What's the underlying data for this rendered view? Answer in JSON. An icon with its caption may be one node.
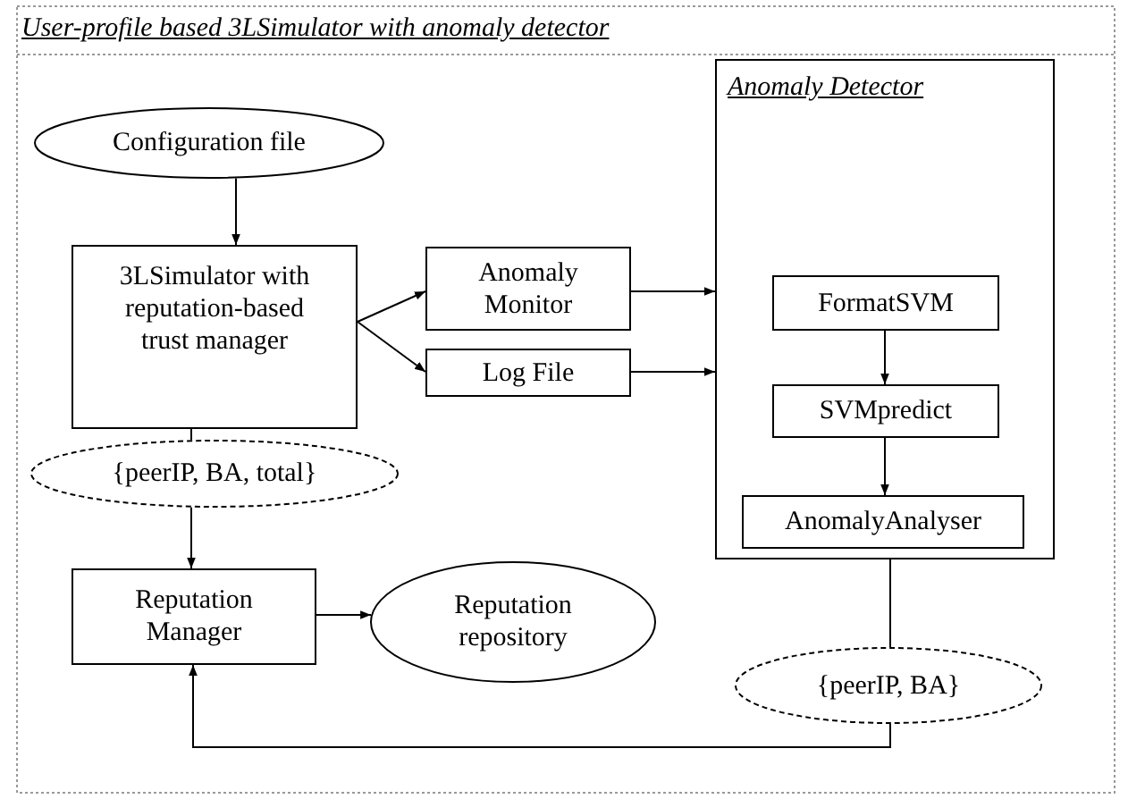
{
  "diagram": {
    "title": "User-profile based 3LSimulator with anomaly detector",
    "nodes": [
      {
        "text": [
          "Configuration file"
        ]
      },
      {
        "text": [
          "3LSimulator with reputation-based trust manager"
        ]
      },
      {
        "text": [
          "Anomaly Monitor"
        ]
      },
      {
        "text": [
          "Log File"
        ]
      },
      {
        "text": [
          "Anomaly Detector"
        ]
      },
      {
        "text": [
          "FormatSVM"
        ],
        "in": 4
      },
      {
        "text": [
          "SVMpredict"
        ],
        "in": 4
      },
      {
        "text": [
          "AnomalyAnalyser"
        ],
        "in": 4
      },
      {
        "text": [
          "{peerIP, BA, total}"
        ]
      },
      {
        "text": [
          "Reputation Manager"
        ]
      },
      {
        "text": [
          "Reputation repository"
        ]
      },
      {
        "text": [
          "{peerIP, BA}"
        ]
      }
    ],
    "edges": [
      {
        "from": 0,
        "to": 1,
        "arrow": "to"
      },
      {
        "from": 1,
        "to": 2,
        "arrow": "to"
      },
      {
        "from": 1,
        "to": 3,
        "arrow": "to"
      },
      {
        "from": 2,
        "to": 4,
        "arrow": "to"
      },
      {
        "from": 3,
        "to": 4,
        "arrow": "to"
      },
      {
        "from": 5,
        "to": 6,
        "arrow": "to"
      },
      {
        "from": 6,
        "to": 7,
        "arrow": "to"
      },
      {
        "from": 1,
        "to": 8,
        "arrow": "none"
      },
      {
        "from": 8,
        "to": 9,
        "arrow": "to"
      },
      {
        "from": 9,
        "to": 10,
        "arrow": "to"
      },
      {
        "from": 4,
        "to": 11,
        "arrow": "none"
      },
      {
        "from": 11,
        "to": 9,
        "arrow": "to"
      }
    ]
  }
}
